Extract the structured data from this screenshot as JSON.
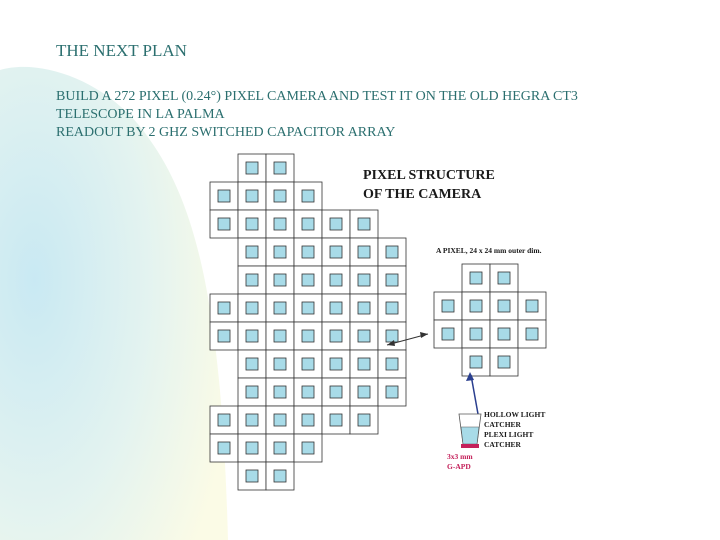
{
  "slide": {
    "title": "THE NEXT PLAN",
    "lines": [
      "BUILD A 272 PIXEL (0.24°) PIXEL CAMERA  AND TEST IT ON THE OLD HEGRA CT3",
      "TELESCOPE IN LA PALMA",
      "READOUT BY 2 GHZ SWITCHED CAPACITOR ARRAY"
    ]
  },
  "diagram": {
    "heading_line1": "PIXEL STRUCTURE",
    "heading_line2": "OF THE CAMERA",
    "pixel_label": "A PIXEL, 24 x 24 mm outer dim.",
    "catcher_label_1": "HOLLOW LIGHT",
    "catcher_label_2": "CATCHER",
    "catcher_label_3": "PLEXI LIGHT",
    "catcher_label_4": "CATCHER",
    "sensor_label_1": "3x3 mm",
    "sensor_label_2": "G-APD",
    "colors": {
      "cell_fill": "#a8dbe8",
      "grid_line": "#333333",
      "arrow_blue": "#2a3f8f",
      "sensor_red": "#c4205a"
    }
  }
}
